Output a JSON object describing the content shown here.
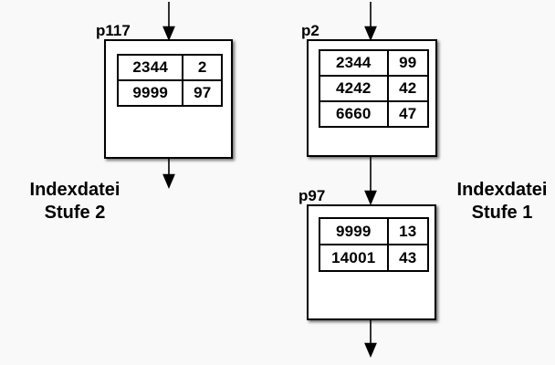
{
  "diagram": {
    "kind": "multi-level-index-structure",
    "colors": {
      "background": "#f9f9f9",
      "ink": "#000000",
      "node_fill": "#ffffff"
    },
    "captions": {
      "left": {
        "line1": "Indexdatei",
        "line2": "Stufe 2"
      },
      "right": {
        "line1": "Indexdatei",
        "line2": "Stufe 1"
      }
    },
    "nodes": [
      {
        "id": "p117",
        "label": "p117",
        "rows": [
          [
            "2344",
            "2"
          ],
          [
            "9999",
            "97"
          ]
        ]
      },
      {
        "id": "p2",
        "label": "p2",
        "rows": [
          [
            "2344",
            "99"
          ],
          [
            "4242",
            "42"
          ],
          [
            "6660",
            "47"
          ]
        ]
      },
      {
        "id": "p97",
        "label": "p97",
        "rows": [
          [
            "9999",
            "13"
          ],
          [
            "14001",
            "43"
          ]
        ]
      }
    ]
  }
}
